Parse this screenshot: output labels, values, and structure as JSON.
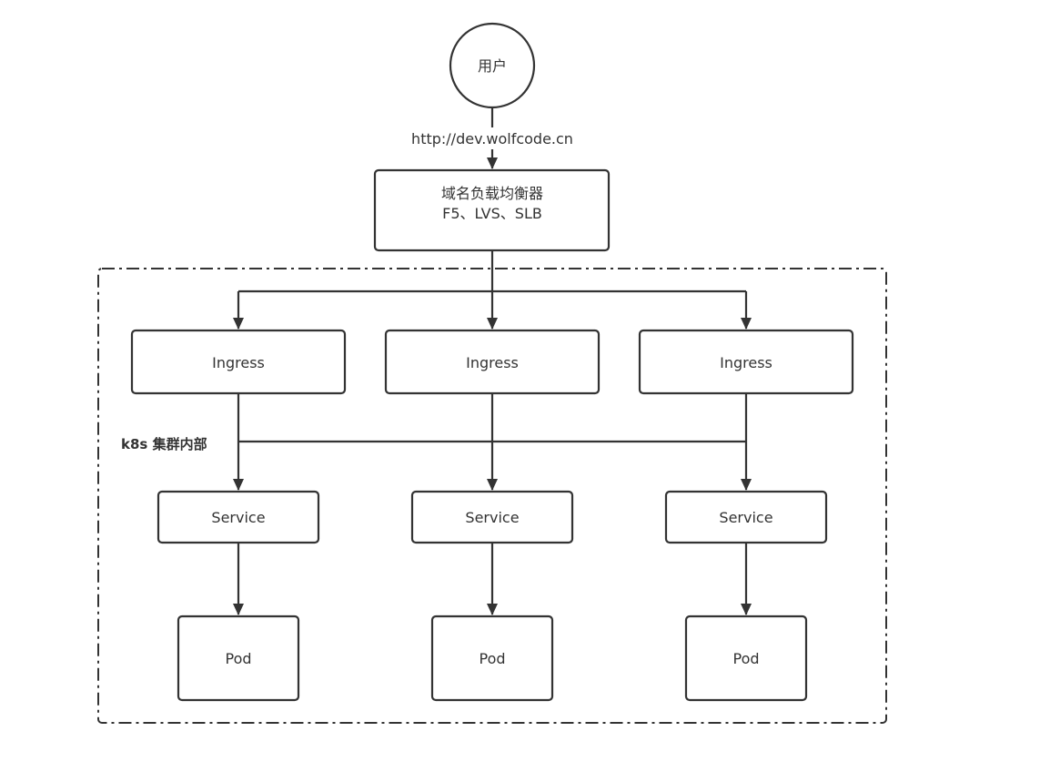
{
  "user": {
    "label": "用户"
  },
  "edge_label": "http://dev.wolfcode.cn",
  "load_balancer": {
    "line1": "域名负载均衡器",
    "line2": "F5、LVS、SLB"
  },
  "cluster": {
    "label": "k8s 集群内部"
  },
  "columns": [
    {
      "ingress": "Ingress",
      "service": "Service",
      "pod": "Pod"
    },
    {
      "ingress": "Ingress",
      "service": "Service",
      "pod": "Pod"
    },
    {
      "ingress": "Ingress",
      "service": "Service",
      "pod": "Pod"
    }
  ]
}
